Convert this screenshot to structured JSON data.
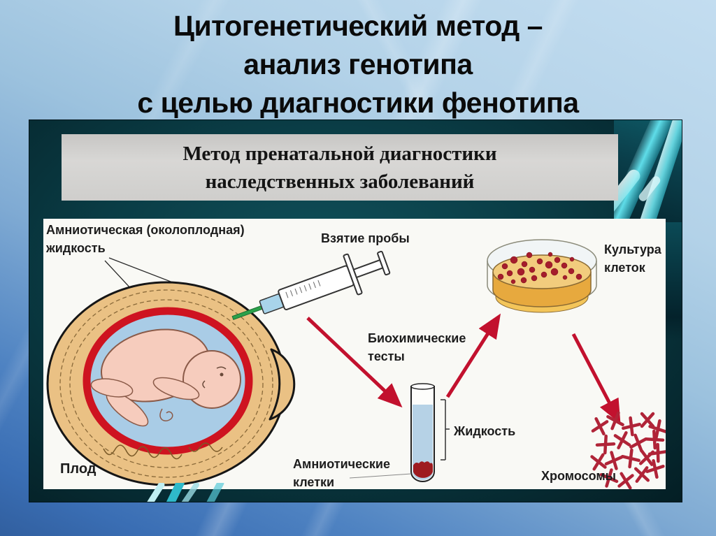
{
  "slide": {
    "title_lines": [
      "Цитогенетический метод –",
      "анализ генотипа",
      "с целью диагностики фенотипа"
    ]
  },
  "diagram": {
    "header_lines": [
      "Метод пренатальной диагностики",
      "наследственных заболеваний"
    ],
    "labels": {
      "amniotic_fluid": [
        "Амниотическая (околоплодная)",
        "жидкость"
      ],
      "sampling": "Взятие пробы",
      "cell_culture": [
        "Культура",
        "клеток"
      ],
      "biochemical_tests": [
        "Биохимические",
        "тесты"
      ],
      "liquid": "Жидкость",
      "amniotic_cells": [
        "Амниотические",
        "клетки"
      ],
      "fetus": "Плод",
      "chromosomes": "Хромосомы"
    },
    "colors": {
      "title_black": "#0a0a0a",
      "header_gray": "#d3d2d0",
      "frame_teal": "#0a343c",
      "dna_teal": "#35c3d6",
      "arrow_red": "#c2112e",
      "womb_tan": "#eac184",
      "sac_blue": "#a9cce6",
      "ring_red": "#ce1320",
      "fetus_pink": "#f6ccbd",
      "dish_medium": "#f2cc7d",
      "dish_side": "#e7a93e",
      "colony_red": "#a51d2c",
      "tube_liquid": "#b6d2e6",
      "cells_red": "#9e1b20",
      "needle_green": "#2aa14a",
      "chromosome_red": "#b02438"
    }
  }
}
